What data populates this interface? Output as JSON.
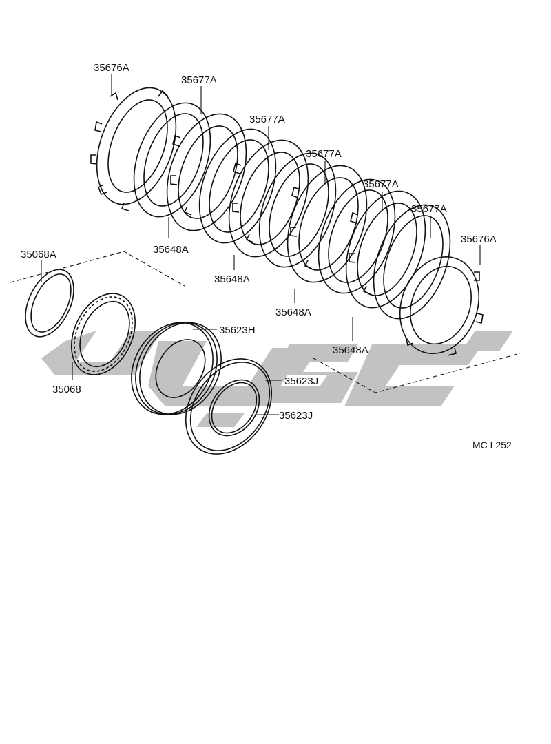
{
  "diagram": {
    "code": "MC L252",
    "labels": {
      "p35676A_top": "35676A",
      "p35677A_1": "35677A",
      "p35677A_2": "35677A",
      "p35677A_3": "35677A",
      "p35677A_4": "35677A",
      "p35677A_5": "35677A",
      "p35676A_right": "35676A",
      "p35648A_1": "35648A",
      "p35648A_2": "35648A",
      "p35648A_3": "35648A",
      "p35648A_4": "35648A",
      "p35068A": "35068A",
      "p35068": "35068",
      "p35623H": "35623H",
      "p35623J_1": "35623J",
      "p35623J_2": "35623J"
    }
  },
  "colors": {
    "line": "#111111",
    "watermark": "#b8b8b8",
    "background": "#ffffff"
  }
}
